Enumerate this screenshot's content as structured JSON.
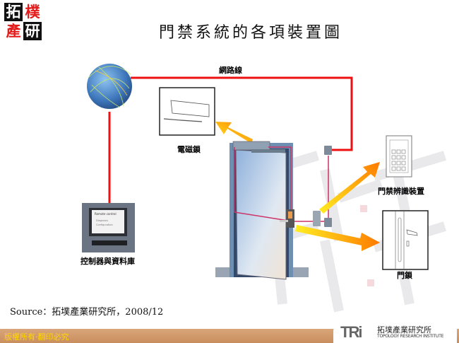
{
  "logo": {
    "chars": [
      "拓",
      "樸",
      "產",
      "研"
    ]
  },
  "title": "門禁系統的各項裝置圖",
  "diagram": {
    "network_line_label": "網路線",
    "components": [
      {
        "id": "electromagnetic-lock",
        "label": "電磁鎖"
      },
      {
        "id": "controller-database",
        "label": "控制器與資料庫",
        "screen_title": "Remote control",
        "screen_items": [
          "Diagnosis",
          "Configuration"
        ]
      },
      {
        "id": "access-identification-device",
        "label": "門禁辨識裝置"
      },
      {
        "id": "door-lock",
        "label": "門鎖"
      }
    ],
    "colors": {
      "network_line": "#ee1111",
      "wiring": "#cc3366",
      "arrow_start": "#ffee22",
      "arrow_end": "#ff7a00",
      "door": "#a9c6e6",
      "frame": "#6f8fb2"
    }
  },
  "source": "Source：拓墣產業研究所，2008/12",
  "footer": {
    "copyright": "版權所有‧翻印必究",
    "brand_mark": "TRi",
    "brand_cn": "拓墣產業研究所",
    "brand_en": "TOPOLOGY RESEARCH INSTITUTE",
    "bar_color": "#d19a6a",
    "copyright_color": "#ffd700"
  }
}
